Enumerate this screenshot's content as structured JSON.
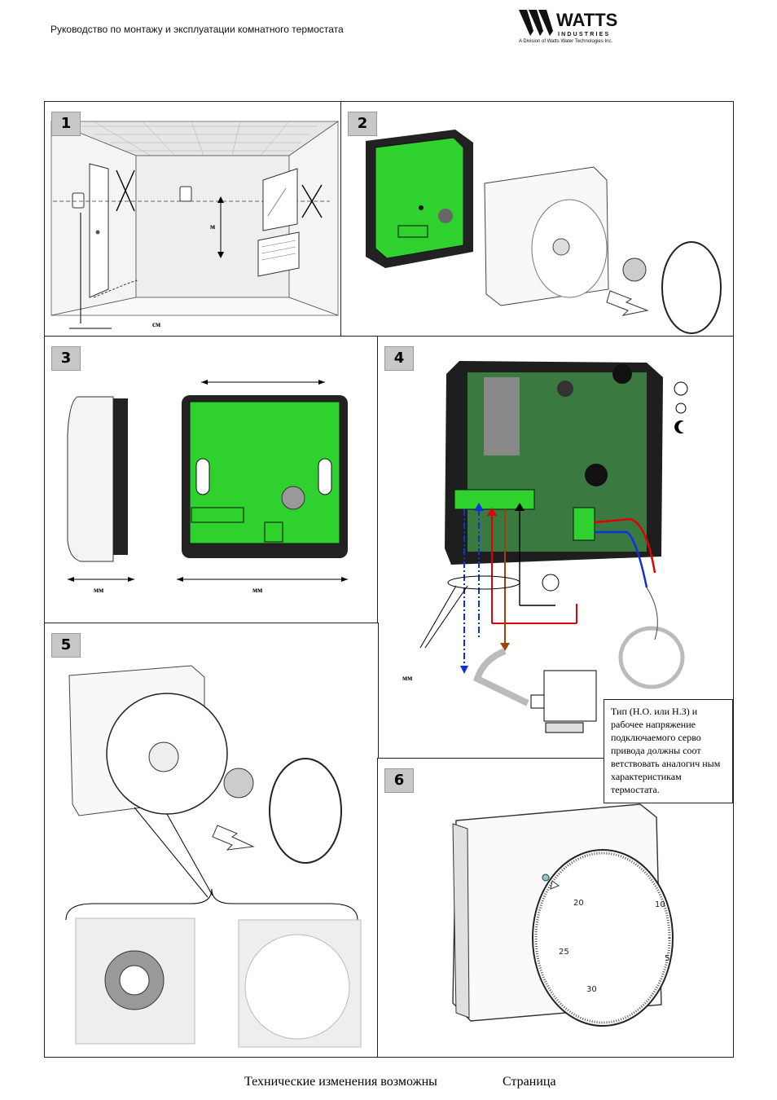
{
  "header": {
    "title": "Руководство по монтажу и эксплуатации комнатного термостата"
  },
  "logo": {
    "brand": "WATTS",
    "sub_brand": "INDUSTRIES",
    "division": "A Division of Watts Water Technologies Inc."
  },
  "panels": [
    {
      "number": "1",
      "labels": {
        "height": "м",
        "distance": "см"
      }
    },
    {
      "number": "2"
    },
    {
      "number": "3",
      "labels": {
        "depth": "мм",
        "width": "мм"
      }
    },
    {
      "number": "4",
      "labels": {
        "cable": "мм"
      }
    },
    {
      "number": "5"
    },
    {
      "number": "6",
      "dial_marks": [
        "20",
        "10",
        "25",
        "5",
        "30"
      ]
    }
  ],
  "note": {
    "text": "Тип (Н.О. или Н.З) и рабочее напряжение подключаемого серво привода должны соот ветствовать аналогич ным характеристикам термостата."
  },
  "footer": {
    "left": "Технические изменения возможны",
    "right": "Страница"
  },
  "colors": {
    "pcb_green": "#2fd12f",
    "wire_red": "#e00000",
    "wire_blue": "#1030e0",
    "wire_brown": "#a0400a"
  }
}
